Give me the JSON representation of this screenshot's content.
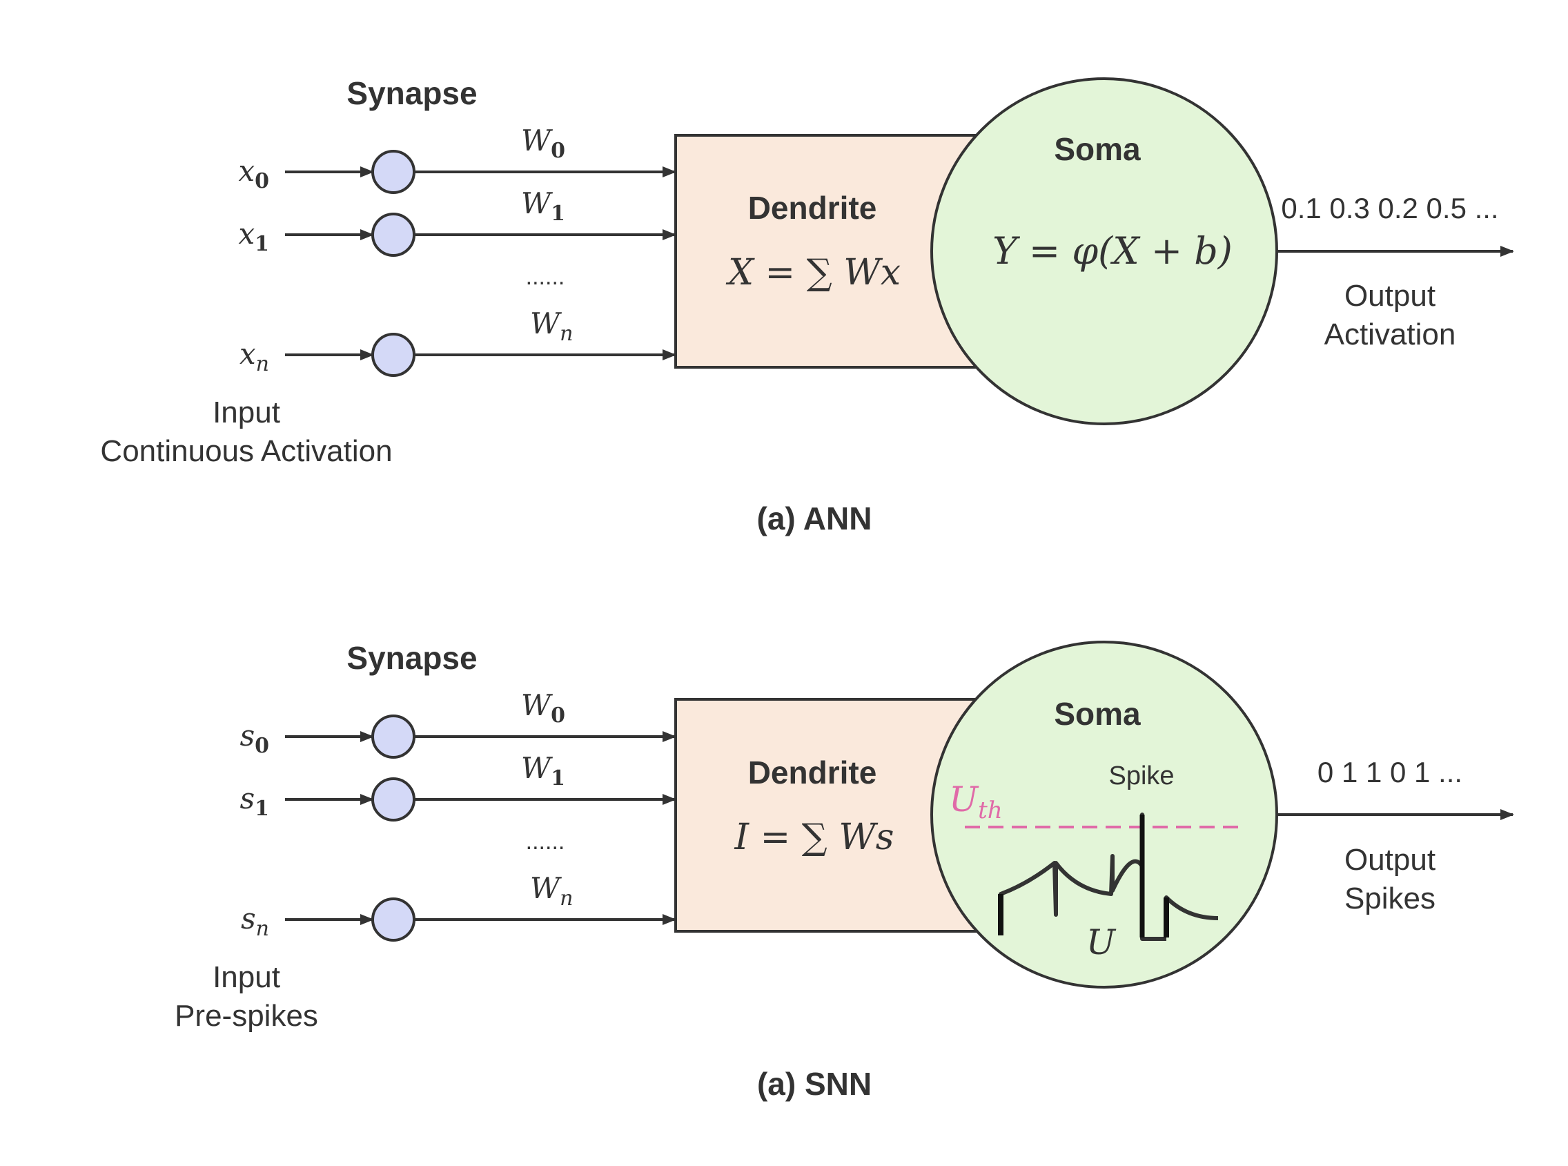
{
  "ann": {
    "synapse_label": "Synapse",
    "inputs": [
      {
        "var": "x",
        "sub": "0",
        "weight": "W",
        "weight_sub": "0"
      },
      {
        "var": "x",
        "sub": "1",
        "weight": "W",
        "weight_sub": "1"
      },
      {
        "var": "x",
        "sub": "n",
        "weight": "W",
        "weight_sub": "n"
      }
    ],
    "ellipsis": "......",
    "input_caption": [
      "Input",
      "Continuous Activation"
    ],
    "dendrite_label": "Dendrite",
    "dendrite_formula": "X = ∑ Wx",
    "soma_label": "Soma",
    "soma_formula": "Y = φ(X + b)",
    "output_values": "0.1 0.3 0.2 0.5 ...",
    "output_caption": [
      "Output",
      "Activation"
    ],
    "caption": "(a) ANN"
  },
  "snn": {
    "synapse_label": "Synapse",
    "inputs": [
      {
        "var": "s",
        "sub": "0",
        "weight": "W",
        "weight_sub": "0"
      },
      {
        "var": "s",
        "sub": "1",
        "weight": "W",
        "weight_sub": "1"
      },
      {
        "var": "s",
        "sub": "n",
        "weight": "W",
        "weight_sub": "n"
      }
    ],
    "ellipsis": "......",
    "input_caption": [
      "Input",
      "Pre-spikes"
    ],
    "dendrite_label": "Dendrite",
    "dendrite_formula": "I = ∑ Ws",
    "soma_label": "Soma",
    "threshold_label": "U",
    "threshold_sub": "th",
    "spike_label": "Spike",
    "membrane_label": "U",
    "output_values": "0 1 1 0 1 ...",
    "output_caption": [
      "Output",
      "Spikes"
    ],
    "caption": "(a) SNN"
  },
  "colors": {
    "line": "#333333",
    "synapse_fill": "#d4d9f7",
    "dendrite_fill": "#fae9dc",
    "soma_fill": "#e3f5d8",
    "threshold": "#e06aa8"
  }
}
